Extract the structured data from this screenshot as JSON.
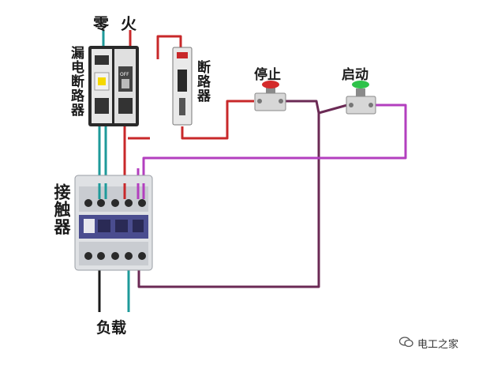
{
  "labels": {
    "neutral": "零",
    "live": "火",
    "rcd": "漏电断路器",
    "breaker": "断路器",
    "stop": "停止",
    "start": "启动",
    "contactor": "接触器",
    "load": "负载"
  },
  "breaker_marks": {
    "off": "OFF"
  },
  "watermark": {
    "text": "电工之家"
  },
  "colors": {
    "wire_live": "#c8282a",
    "wire_neutral": "#1e9a9a",
    "wire_control": "#6b2a55",
    "wire_start": "#b33fbf",
    "wire_load": "#1a1a1a",
    "stop_button": "#d42a2a",
    "start_button": "#2ec24a",
    "contactor_body": "#dfe1e4",
    "contactor_panel": "#4a4d8f"
  }
}
